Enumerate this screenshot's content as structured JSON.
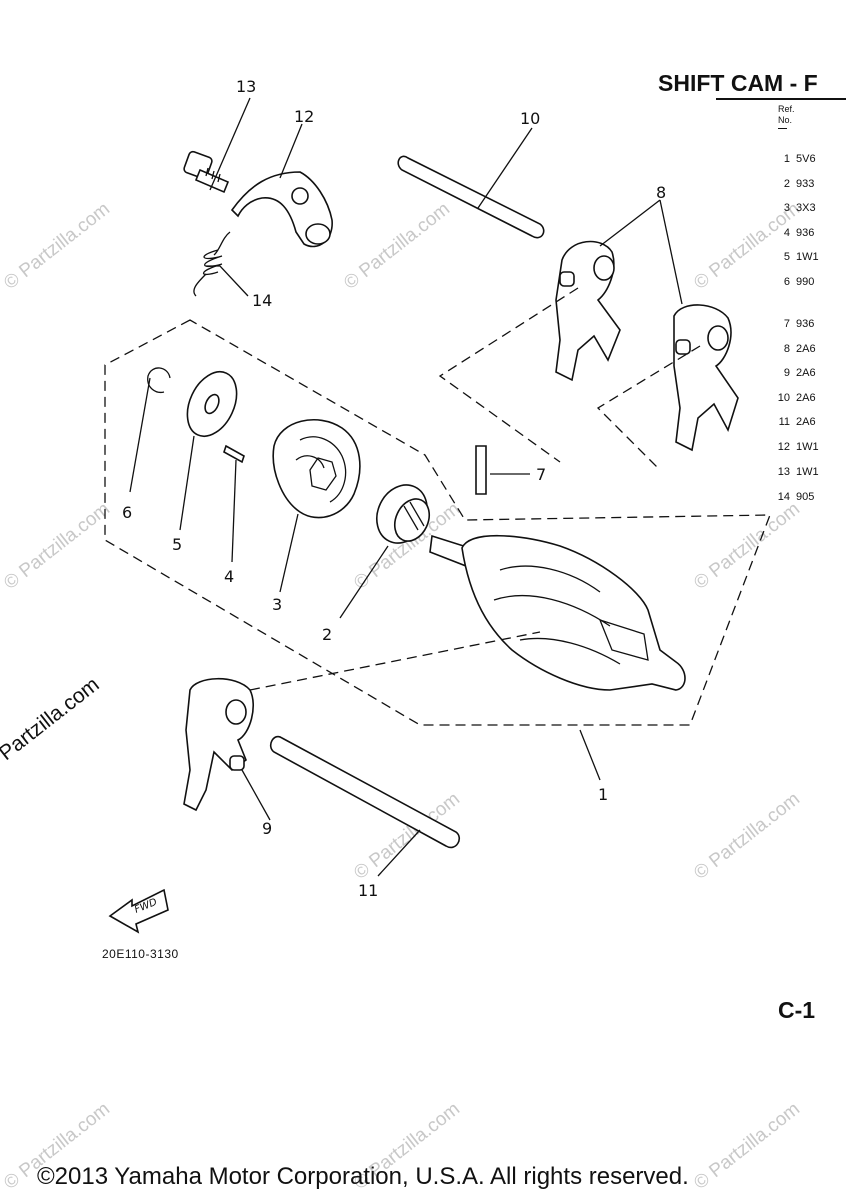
{
  "title": "SHIFT CAM - F",
  "ref_header": "Ref. No.",
  "parts_list": [
    {
      "ref": "1",
      "code": "5V6"
    },
    {
      "ref": "2",
      "code": "933"
    },
    {
      "ref": "3",
      "code": "3X3"
    },
    {
      "ref": "4",
      "code": "936"
    },
    {
      "ref": "5",
      "code": "1W1"
    },
    {
      "ref": "6",
      "code": "990"
    },
    {
      "ref": "7",
      "code": "936"
    },
    {
      "ref": "8",
      "code": "2A6"
    },
    {
      "ref": "9",
      "code": "2A6"
    },
    {
      "ref": "10",
      "code": "2A6"
    },
    {
      "ref": "11",
      "code": "2A6"
    },
    {
      "ref": "12",
      "code": "1W1"
    },
    {
      "ref": "13",
      "code": "1W1"
    },
    {
      "ref": "14",
      "code": "905"
    }
  ],
  "callouts": [
    "1",
    "2",
    "3",
    "4",
    "5",
    "6",
    "7",
    "8",
    "9",
    "10",
    "11",
    "12",
    "13",
    "14"
  ],
  "fwd_label": "FWD",
  "diagram_code": "20E110-3130",
  "page_id": "C-1",
  "side_watermark": "© Partzilla.com",
  "watermark": "© Partzilla.com",
  "copyright": "©2013 Yamaha Motor Corporation, U.S.A. All rights reserved."
}
